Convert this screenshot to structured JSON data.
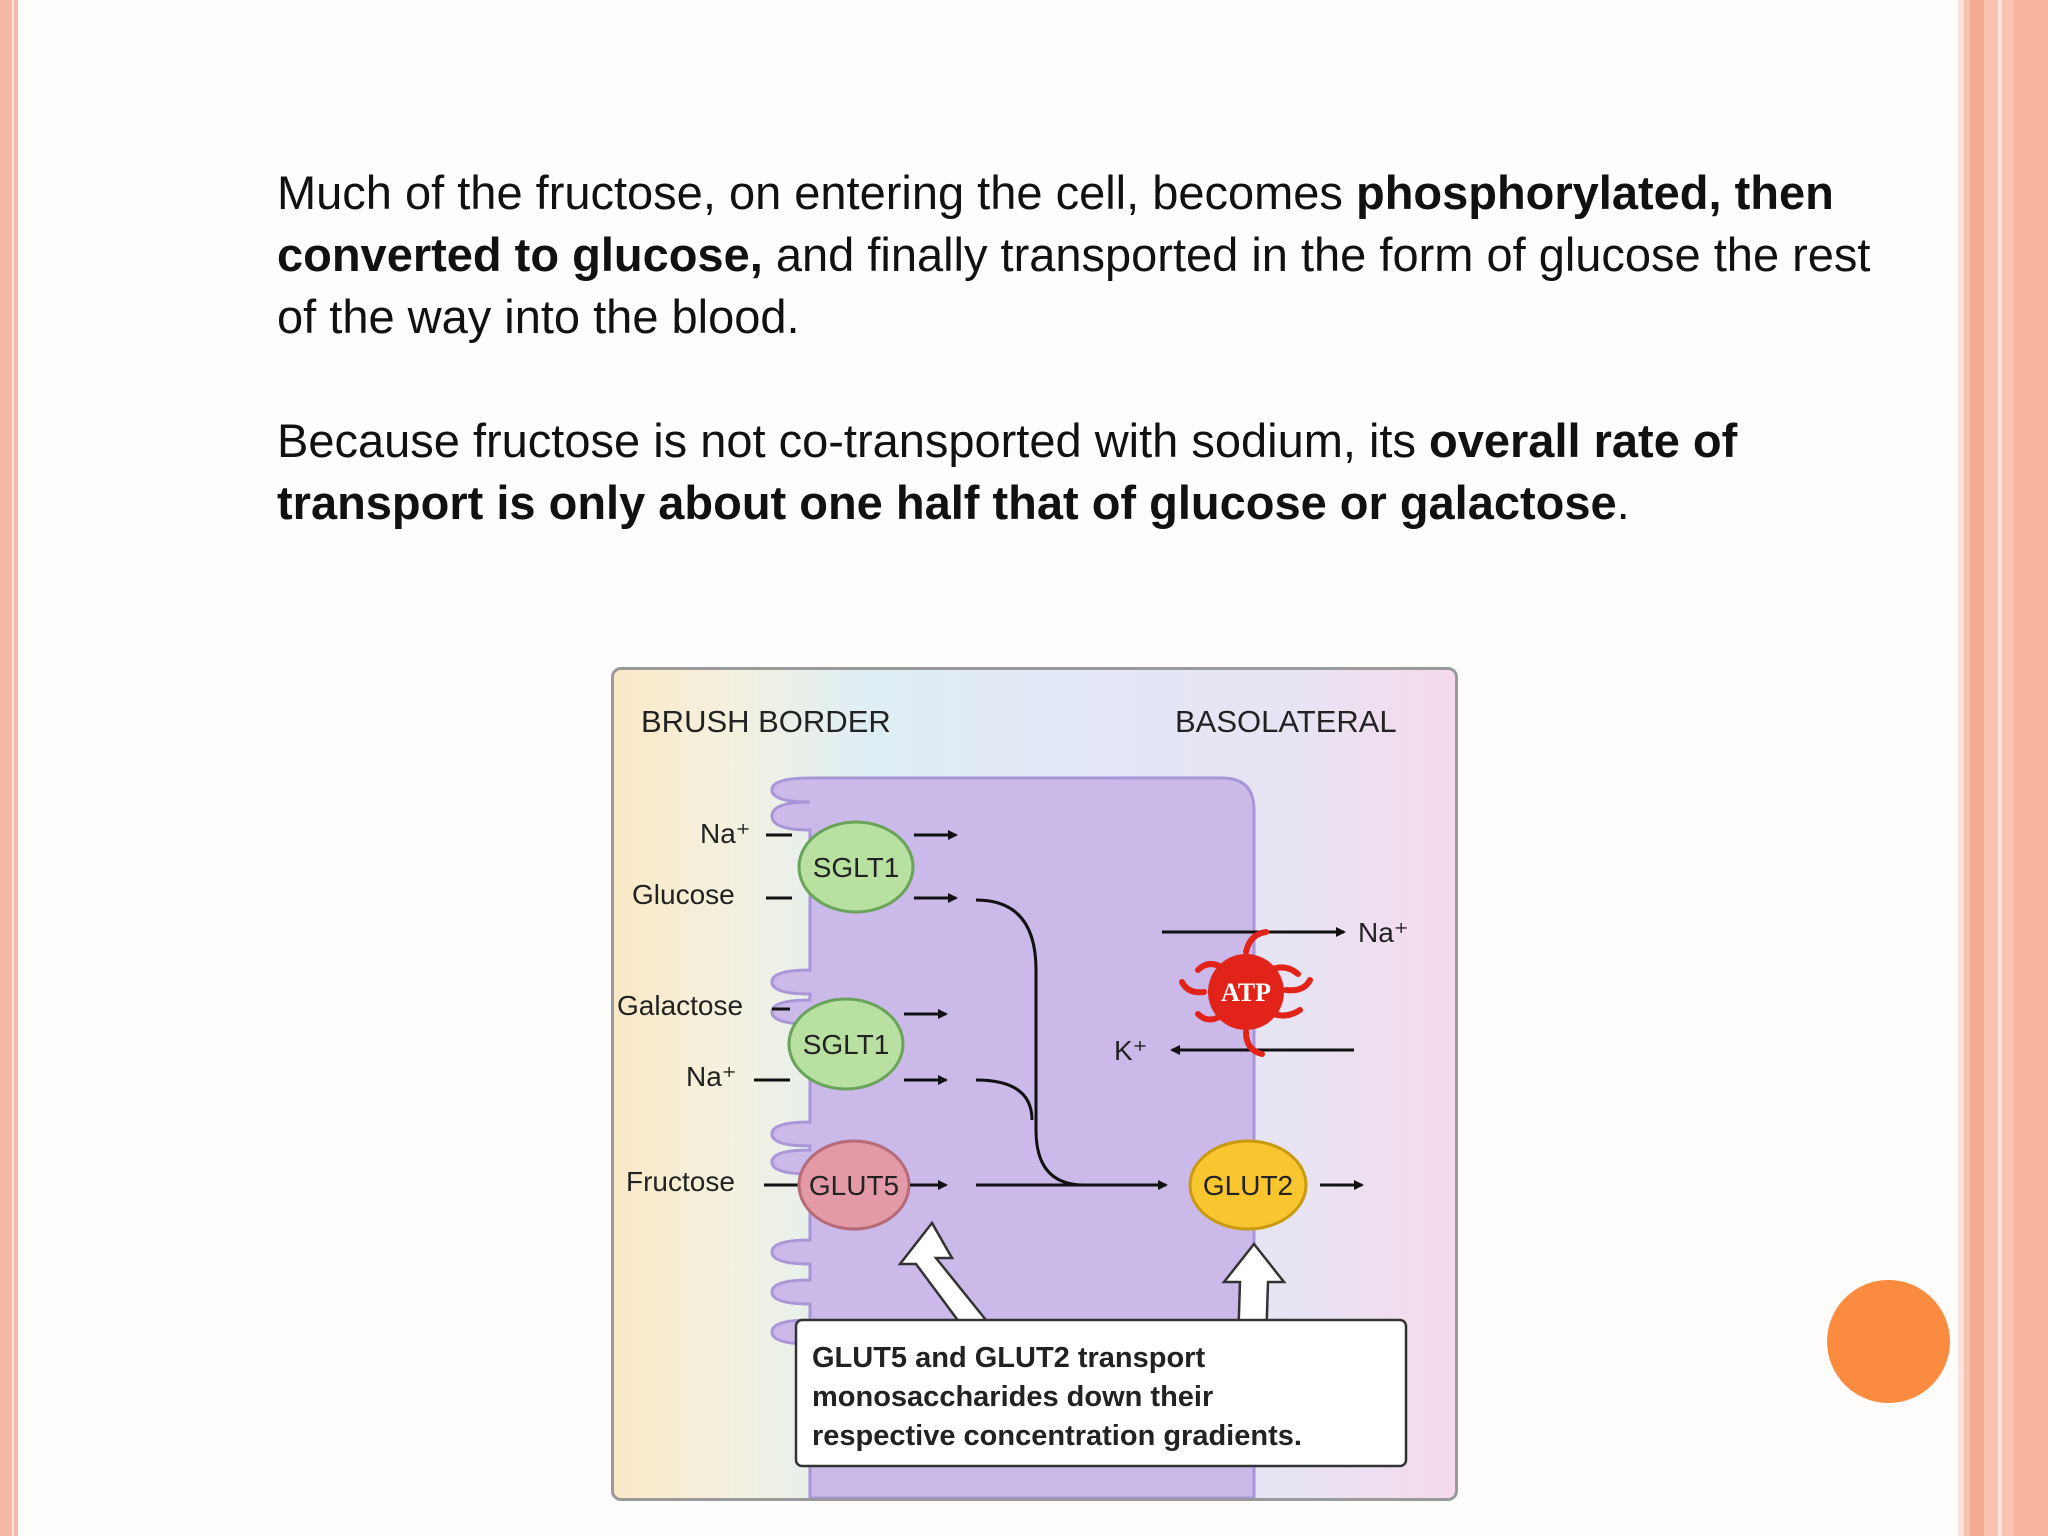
{
  "slide": {
    "paragraph1": {
      "p1": "Much of the fructose, on entering the cell, becomes ",
      "b1": "phosphorylated, then converted to glucose,",
      "p2": "  and finally transported in the form of glucose the rest of the way into the blood."
    },
    "paragraph2": {
      "p1": "Because fructose is not co-transported with sodium, its ",
      "b1": "overall rate of transport is only about one half that of glucose or galactose",
      "p2": "."
    }
  },
  "figure": {
    "brush_border": "BRUSH BORDER",
    "basolateral": "BASOLATERAL",
    "na1": "Na⁺",
    "glucose": "Glucose",
    "sglt1_top": "SGLT1",
    "galactose": "Galactose",
    "na2": "Na⁺",
    "sglt1_bottom": "SGLT1",
    "fructose": "Fructose",
    "glut5": "GLUT5",
    "glut2": "GLUT2",
    "na_out": "Na⁺",
    "k_in": "K⁺",
    "atp": "ATP",
    "callout_line1": "GLUT5 and GLUT2 transport",
    "callout_line2": "monosaccharides down their",
    "callout_line3": "respective concentration gradients."
  },
  "colors": {
    "accent_circle": "#fb8b3f",
    "sglt1": "#b8e0a0",
    "glut5": "#e39aa6",
    "glut2": "#f9c630",
    "atp": "#e2231a",
    "cell": "#cbb9ea"
  }
}
